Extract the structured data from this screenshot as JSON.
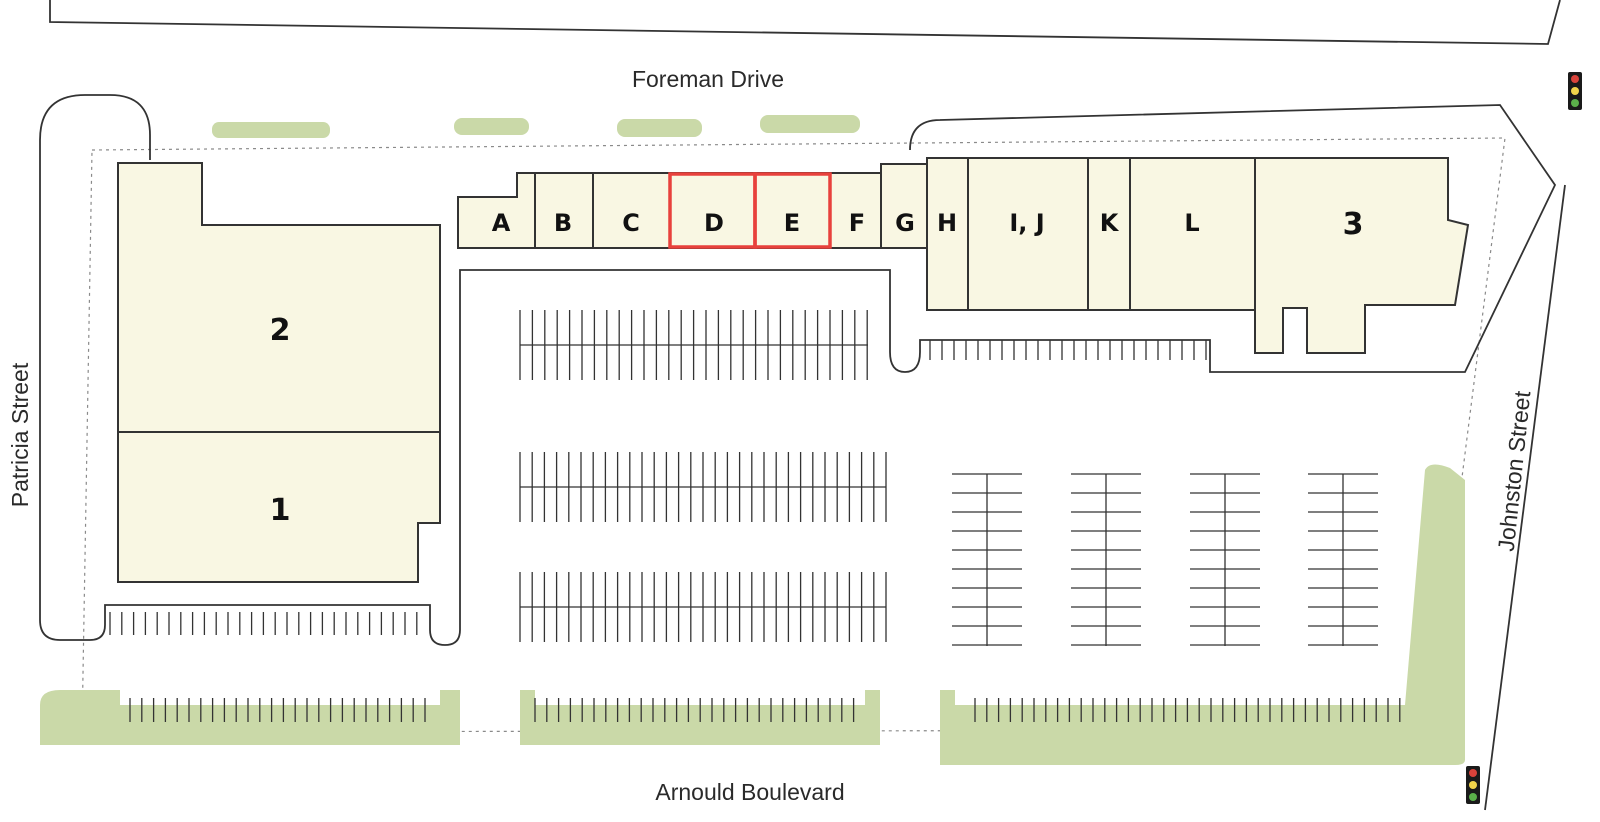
{
  "streets": {
    "north": "Foreman Drive",
    "south": "Arnould Boulevard",
    "west": "Patricia Street",
    "east": "Johnston Street"
  },
  "units": {
    "a": "A",
    "b": "B",
    "c": "C",
    "d": "D",
    "e": "E",
    "f": "F",
    "g": "G",
    "h": "H",
    "ij": "I, J",
    "k": "K",
    "l": "L",
    "one": "1",
    "two": "2",
    "three": "3"
  },
  "highlighted_units": [
    "D",
    "E"
  ],
  "colors": {
    "building_fill": "#f9f7e3",
    "highlight": "#e8413c",
    "landscape": "#cad9a8",
    "outline": "#333333"
  },
  "icons": [
    "traffic-light-icon",
    "traffic-light-icon"
  ]
}
